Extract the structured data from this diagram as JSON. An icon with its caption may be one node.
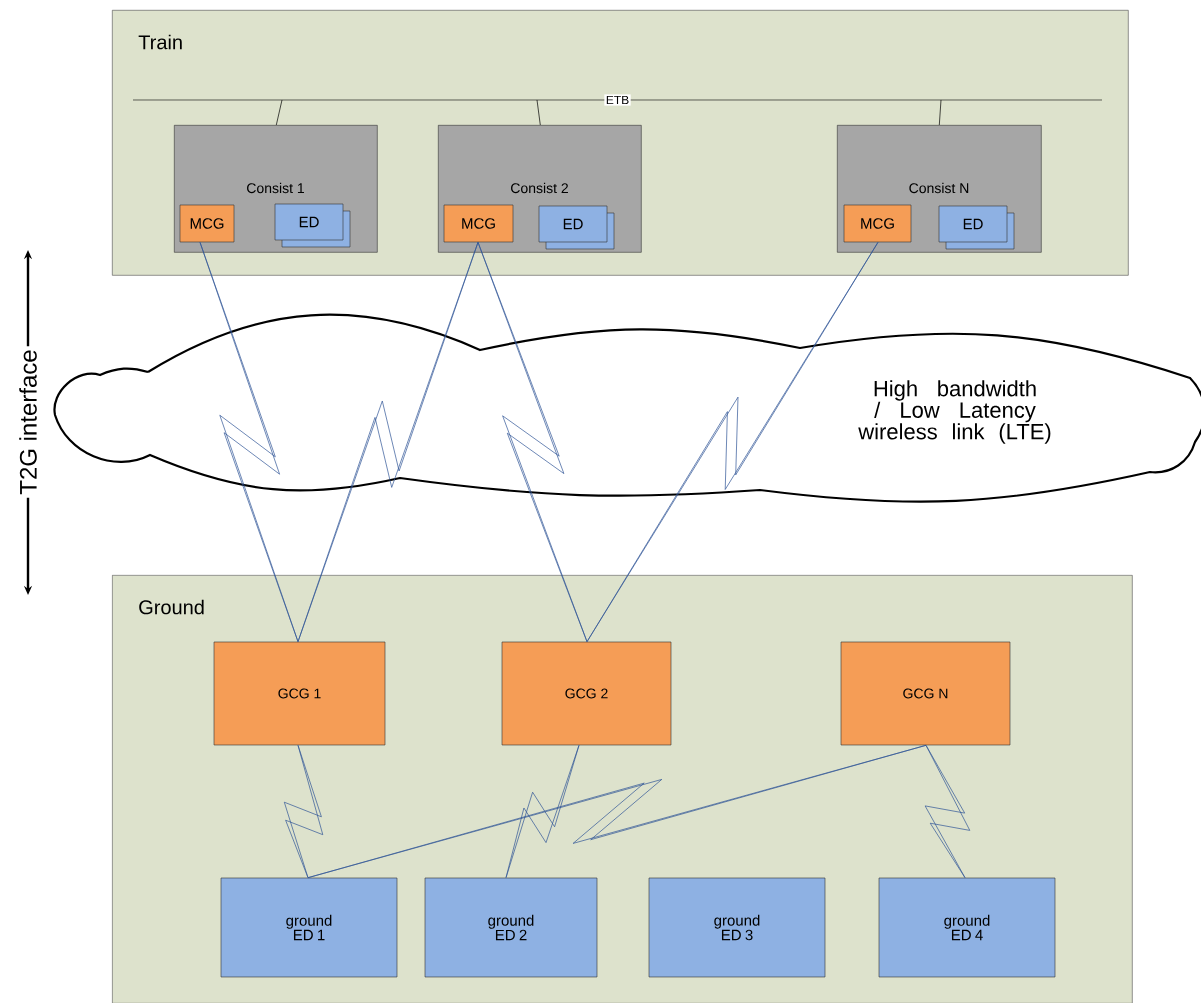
{
  "diagram": {
    "nodes": [
      {
        "text": [
          "Train"
        ]
      },
      {
        "text": [
          "ETB"
        ],
        "in": 0
      },
      {
        "text": [
          "Consist 1"
        ],
        "in": 0
      },
      {
        "text": [
          "MCG"
        ],
        "in": 2
      },
      {
        "text": [
          "ED"
        ],
        "in": 2
      },
      {
        "text": [
          "Consist 2"
        ],
        "in": 0
      },
      {
        "text": [
          "MCG"
        ],
        "in": 5
      },
      {
        "text": [
          "ED"
        ],
        "in": 5
      },
      {
        "text": [
          "Consist N"
        ],
        "in": 0
      },
      {
        "text": [
          "MCG"
        ],
        "in": 8
      },
      {
        "text": [
          "ED"
        ],
        "in": 8
      },
      {
        "text": [
          "High bandwidth / Low Latency wireless link (LTE)"
        ]
      },
      {
        "text": [
          "Ground"
        ]
      },
      {
        "text": [
          "GCG 1"
        ],
        "in": 12
      },
      {
        "text": [
          "GCG 2"
        ],
        "in": 12
      },
      {
        "text": [
          "GCG N"
        ],
        "in": 12
      },
      {
        "text": [
          "ground ED 1"
        ],
        "in": 12
      },
      {
        "text": [
          "ground ED 2"
        ],
        "in": 12
      },
      {
        "text": [
          "ground ED 3"
        ],
        "in": 12
      },
      {
        "text": [
          "ground ED 4"
        ],
        "in": 12
      }
    ],
    "edges": [
      {
        "from": 1,
        "to": 2,
        "arrow": "none",
        "color": "#000000"
      },
      {
        "from": 1,
        "to": 5,
        "arrow": "none",
        "color": "#000000"
      },
      {
        "from": 1,
        "to": 8,
        "arrow": "none",
        "color": "#000000"
      },
      {
        "from": 3,
        "to": 13,
        "arrow": "none"
      },
      {
        "from": 6,
        "to": 13,
        "arrow": "none"
      },
      {
        "from": 6,
        "to": 14,
        "arrow": "none"
      },
      {
        "from": 9,
        "to": 14,
        "arrow": "none"
      },
      {
        "from": 13,
        "to": 16,
        "arrow": "none"
      },
      {
        "from": 14,
        "to": 17,
        "arrow": "none"
      },
      {
        "from": 15,
        "to": 16,
        "arrow": "none"
      },
      {
        "from": 15,
        "to": 19,
        "arrow": "none"
      }
    ],
    "labels": [
      "T2G interface"
    ]
  }
}
